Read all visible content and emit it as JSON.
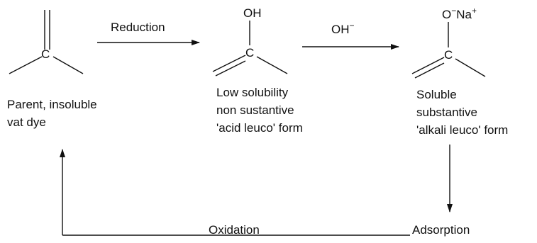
{
  "structures": {
    "parent": {
      "atom": "C",
      "caption": [
        "Parent, insoluble",
        "vat dye"
      ]
    },
    "acid_leuco": {
      "atom": "C",
      "substituent": "OH",
      "caption": [
        "Low solubility",
        "non sustantive",
        "'acid leuco' form"
      ]
    },
    "alkali_leuco": {
      "atom": "C",
      "substituent_o": "O",
      "substituent_minus": "−",
      "substituent_na": "Na",
      "substituent_plus": "+",
      "caption": [
        "Soluble",
        "substantive",
        "'alkali leuco' form"
      ]
    }
  },
  "arrows": {
    "reduction": "Reduction",
    "hydroxide_base": "OH",
    "hydroxide_charge": "−",
    "oxidation": "Oxidation",
    "adsorption": "Adsorption"
  }
}
